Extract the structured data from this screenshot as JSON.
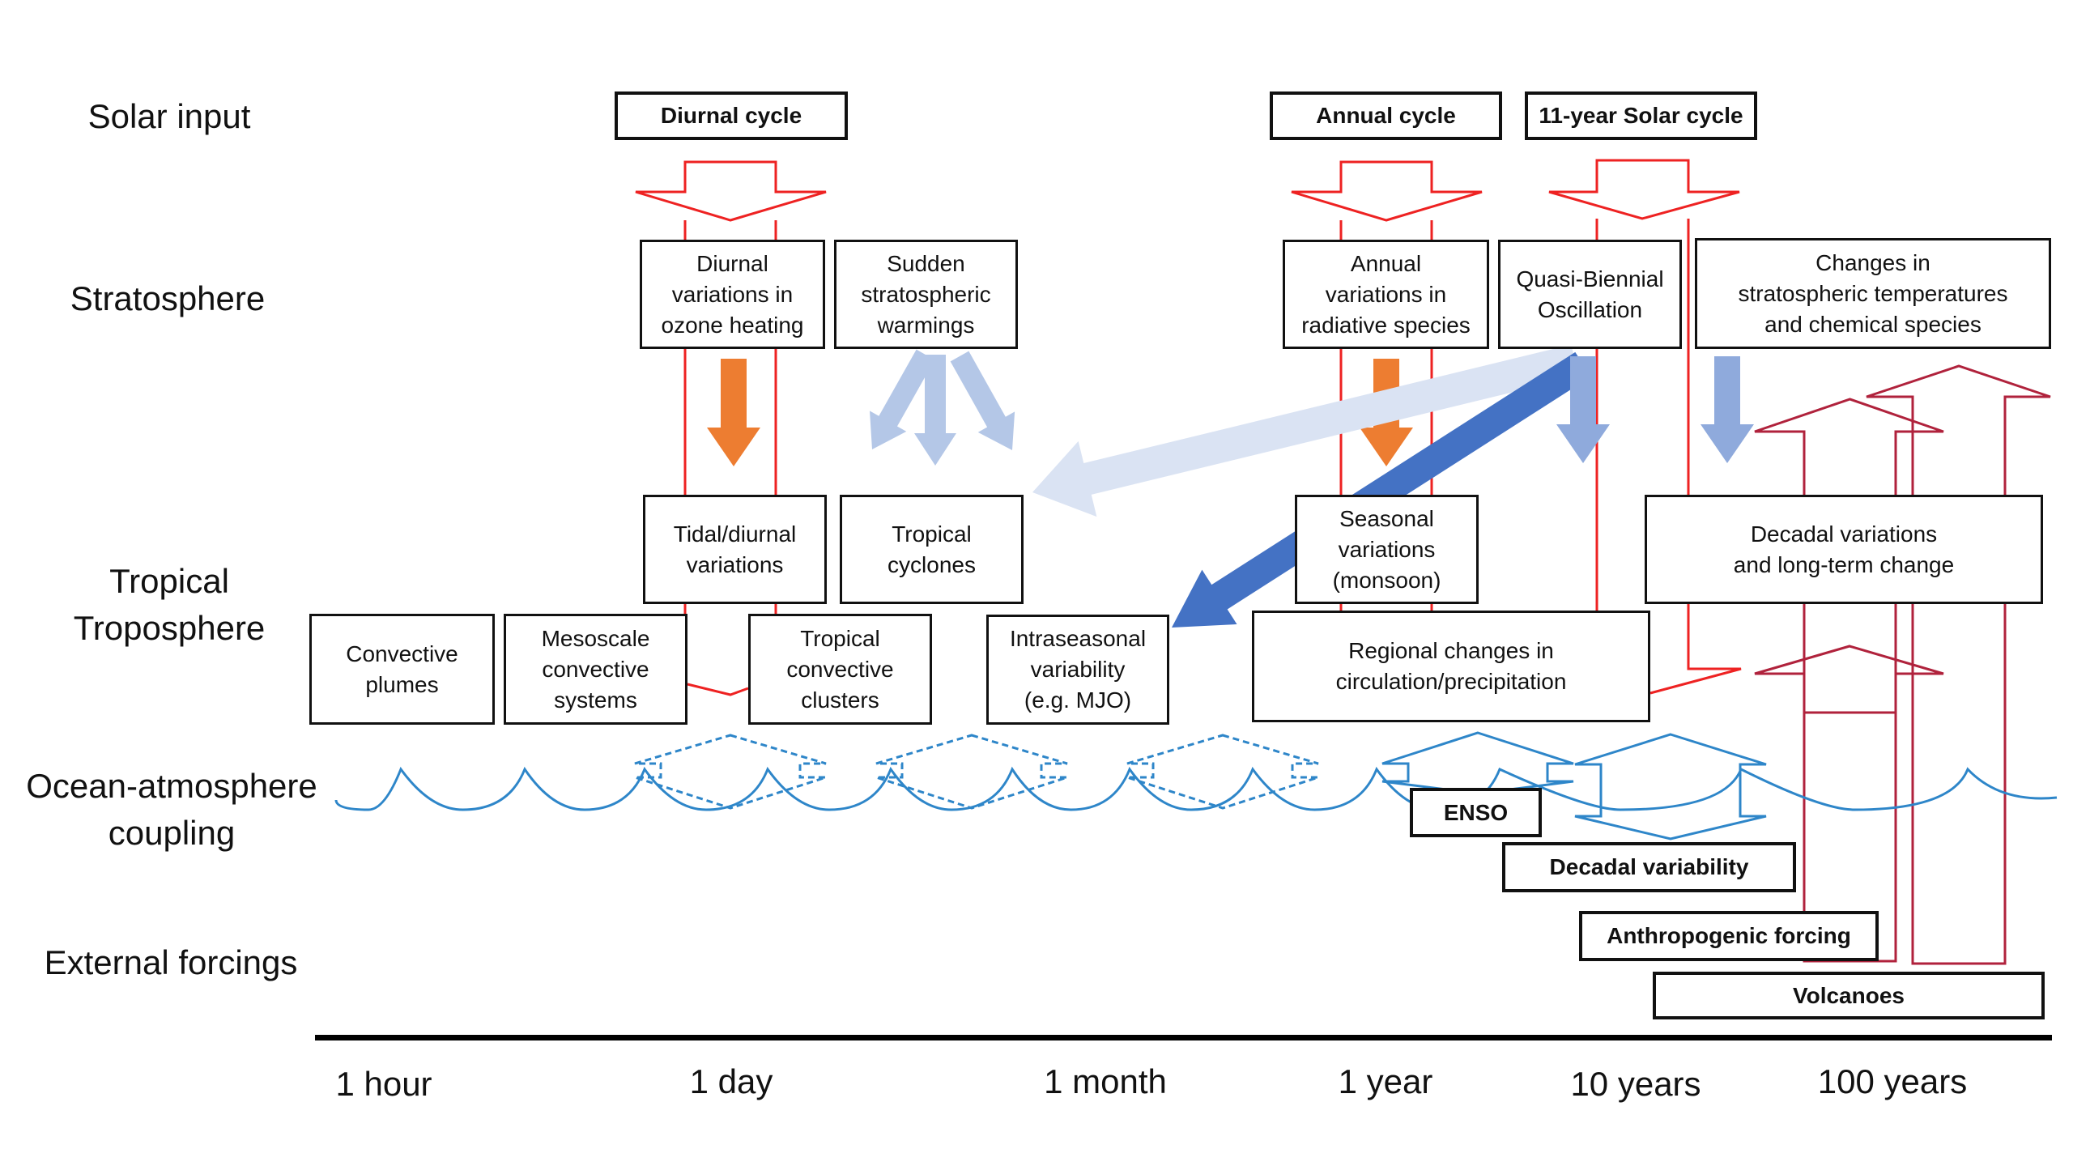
{
  "diagram": {
    "row_labels": [
      {
        "id": "solar-input",
        "text": "Solar input"
      },
      {
        "id": "stratosphere",
        "text": "Stratosphere"
      },
      {
        "id": "tropical-troposphere",
        "text": "Tropical\nTroposphere"
      },
      {
        "id": "ocean-atmosphere-coupling",
        "text": "Ocean-atmosphere\ncoupling"
      },
      {
        "id": "external-forcings",
        "text": "External forcings"
      }
    ],
    "time_axis": [
      "1 hour",
      "1 day",
      "1 month",
      "1 year",
      "10 years",
      "100 years"
    ],
    "solar_input_boxes": [
      {
        "id": "diurnal-cycle",
        "text": "Diurnal  cycle"
      },
      {
        "id": "annual-cycle",
        "text": "Annual cycle"
      },
      {
        "id": "solar-cycle-11yr",
        "text": "11-year Solar cycle"
      }
    ],
    "stratosphere_boxes": [
      {
        "id": "diurnal-ozone-heating",
        "text": "Diurnal\nvariations in\nozone heating"
      },
      {
        "id": "sudden-stratospheric-warmings",
        "text": "Sudden\nstratospheric\nwarmings"
      },
      {
        "id": "annual-radiative-species",
        "text": "Annual\nvariations in\nradiative species"
      },
      {
        "id": "quasi-biennial-oscillation",
        "text": "Quasi-Biennial\nOscillation"
      },
      {
        "id": "stratospheric-changes",
        "text": "Changes in\nstratospheric temperatures\nand chemical species"
      }
    ],
    "troposphere_upper_boxes": [
      {
        "id": "tidal-diurnal-variations",
        "text": "Tidal/diurnal\nvariations"
      },
      {
        "id": "tropical-cyclones",
        "text": "Tropical\ncyclones"
      },
      {
        "id": "seasonal-variations",
        "text": "Seasonal\nvariations\n(monsoon)"
      },
      {
        "id": "decadal-long-term-change",
        "text": "Decadal variations\nand long-term change"
      }
    ],
    "troposphere_lower_boxes": [
      {
        "id": "convective-plumes",
        "text": "Convective\nplumes"
      },
      {
        "id": "mesoscale-convective-systems",
        "text": "Mesoscale\nconvective\nsystems"
      },
      {
        "id": "tropical-convective-clusters",
        "text": "Tropical\nconvective\nclusters"
      },
      {
        "id": "intraseasonal-variability",
        "text": "Intraseasonal\nvariability\n(e.g. MJO)"
      },
      {
        "id": "regional-changes",
        "text": "Regional changes in\ncirculation/precipitation"
      }
    ],
    "coupling_boxes": [
      {
        "id": "enso",
        "text": "ENSO"
      },
      {
        "id": "decadal-variability",
        "text": "Decadal variability"
      }
    ],
    "forcing_boxes": [
      {
        "id": "anthropogenic-forcing",
        "text": "Anthropogenic forcing"
      },
      {
        "id": "volcanoes",
        "text": "Volcanoes"
      }
    ],
    "colors": {
      "solar_arrow": "#ee2222",
      "forcing_arrow": "#b0223c",
      "ozone_arrow": "#ed7d31",
      "light_blue_arrow": "#b4c7e7",
      "pale_blue_arrow": "#dae3f3",
      "medium_blue_arrow": "#8faadc",
      "strong_blue_arrow": "#4472c4",
      "ocean_wave": "#2e86c9",
      "box_border": "#111111"
    }
  }
}
